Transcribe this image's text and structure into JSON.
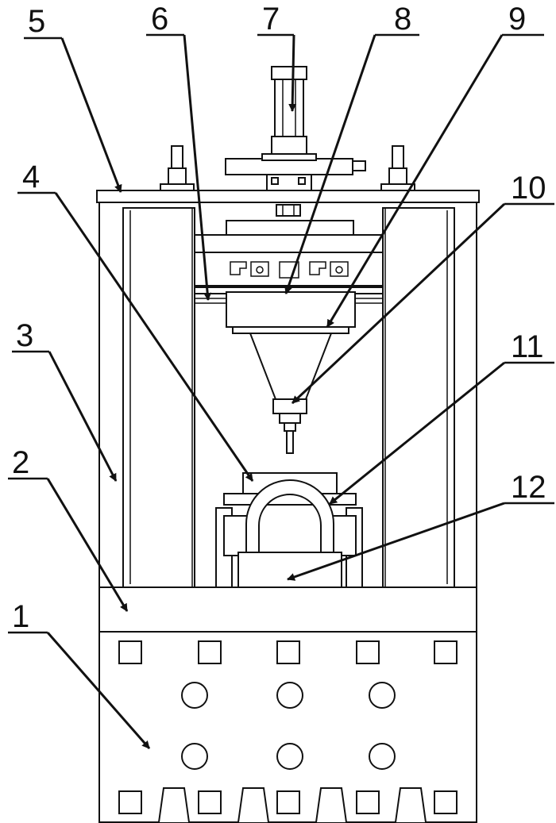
{
  "figure": {
    "callouts": [
      {
        "id": "1",
        "text": "1"
      },
      {
        "id": "2",
        "text": "2"
      },
      {
        "id": "3",
        "text": "3"
      },
      {
        "id": "4",
        "text": "4"
      },
      {
        "id": "5",
        "text": "5"
      },
      {
        "id": "6",
        "text": "6"
      },
      {
        "id": "7",
        "text": "7"
      },
      {
        "id": "8",
        "text": "8"
      },
      {
        "id": "9",
        "text": "9"
      },
      {
        "id": "10",
        "text": "10"
      },
      {
        "id": "11",
        "text": "11"
      },
      {
        "id": "12",
        "text": "12"
      }
    ],
    "colors": {
      "line": "#111111",
      "background": "#ffffff"
    }
  }
}
